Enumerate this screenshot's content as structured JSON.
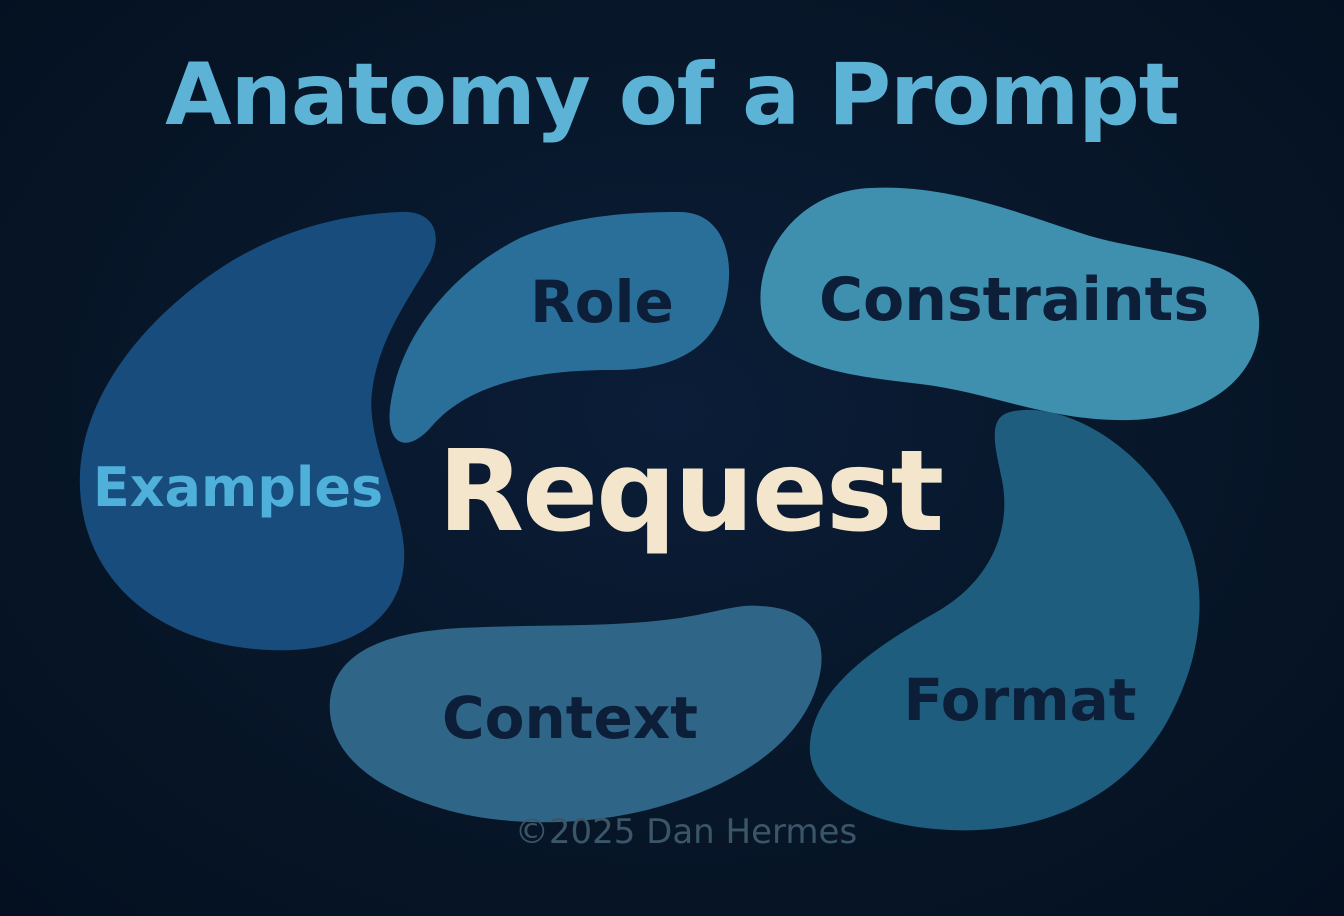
{
  "title": "Anatomy of a Prompt",
  "center_label": "Request",
  "segments": {
    "role": {
      "label": "Role",
      "fill": "#2a6f9a",
      "text_color": "#0c1e38"
    },
    "constraints": {
      "label": "Constraints",
      "fill": "#3f8fae",
      "text_color": "#0c1e38"
    },
    "examples": {
      "label": "Examples",
      "fill": "#184c7d",
      "text_color": "#4fb0da"
    },
    "context": {
      "label": "Context",
      "fill": "#2f6688",
      "text_color": "#0c1e38"
    },
    "format": {
      "label": "Format",
      "fill": "#1f5d7e",
      "text_color": "#0c1e38"
    }
  },
  "copyright": "©2025 Dan Hermes",
  "colors": {
    "background": "#061426",
    "title": "#5cb3d6",
    "center_label": "#f3e6cc",
    "copyright": "#3a5668"
  }
}
